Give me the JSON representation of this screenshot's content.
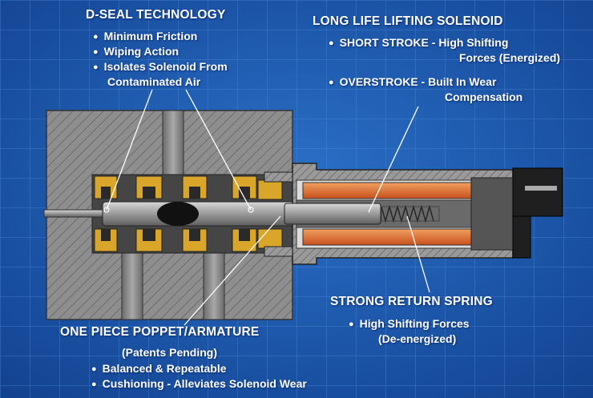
{
  "dseal": {
    "title": "D-SEAL TECHNOLOGY",
    "items": [
      "Minimum Friction",
      "Wiping Action",
      "Isolates Solenoid From",
      "Contaminated Air"
    ]
  },
  "solenoid": {
    "title": "LONG LIFE LIFTING SOLENOID",
    "item1_line1": "SHORT STROKE - High Shifting",
    "item1_line2": "Forces (Energized)",
    "item2_line1": "OVERSTROKE - Built In Wear",
    "item2_line2": "Compensation"
  },
  "spring": {
    "title": "STRONG RETURN SPRING",
    "item_line1": "High Shifting Forces",
    "item_line2": "(De-energized)"
  },
  "poppet": {
    "title": "ONE PIECE POPPET/ARMATURE",
    "subtitle": "(Patents Pending)",
    "items": [
      "Balanced & Repeatable",
      "Cushioning - Alleviates Solenoid Wear"
    ]
  },
  "colors": {
    "background": "#1a5bb5",
    "grid": "#3d7fd0",
    "body_gray": "#8a8a8a",
    "brass": "#d9a62a",
    "copper": "#d86b28",
    "text": "#ffffff"
  }
}
